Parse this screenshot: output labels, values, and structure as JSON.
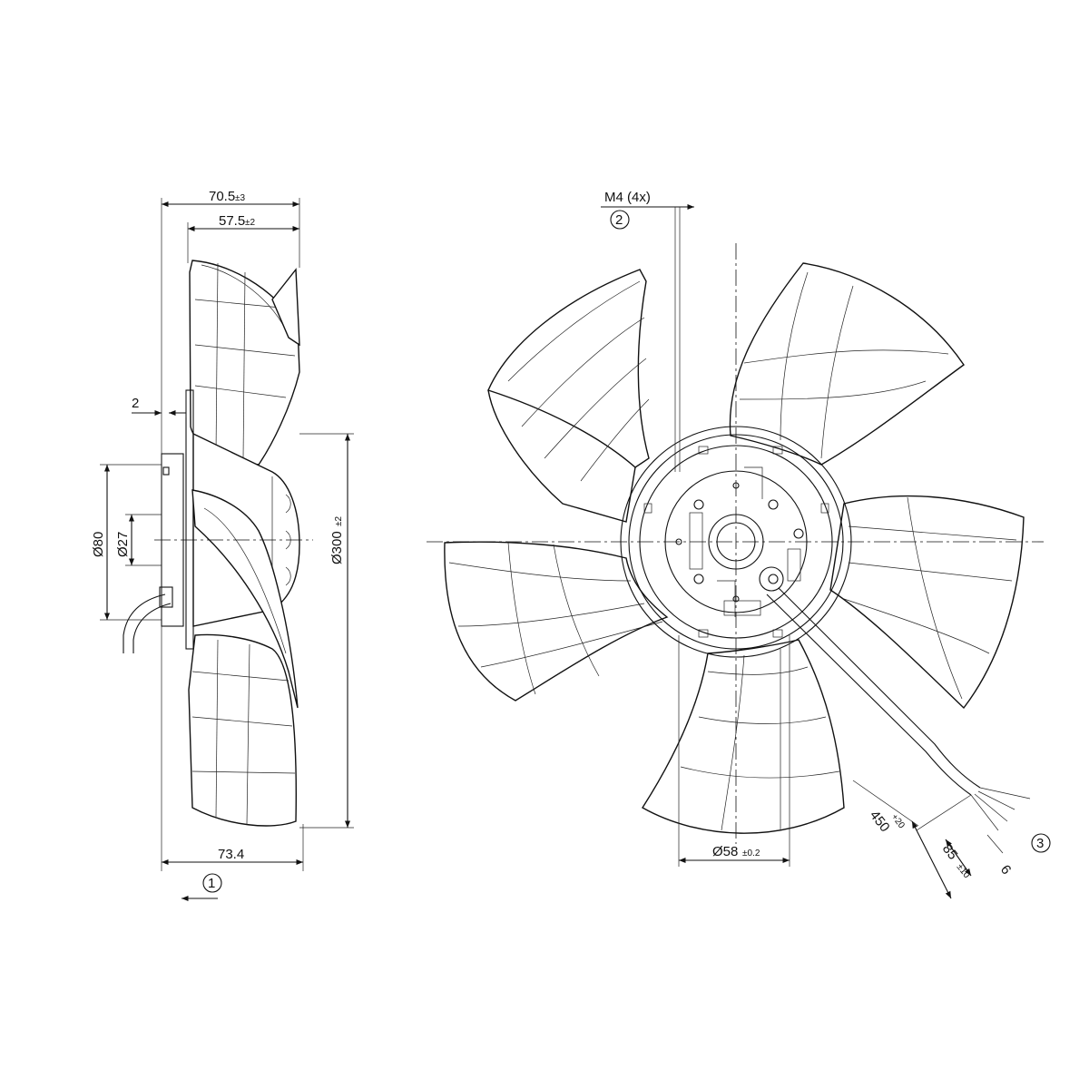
{
  "side_view": {
    "dim_overall_depth": {
      "value": "70.5",
      "tol": "±3"
    },
    "dim_blade_depth": {
      "value": "57.5",
      "tol": "±2"
    },
    "dim_offset": "2",
    "dim_hub_dia": "Ø80",
    "dim_shaft_dia": "Ø27",
    "dim_fan_dia": {
      "value": "Ø300",
      "tol": "±2"
    },
    "dim_total_depth": "73.4",
    "callout_airflow": "1"
  },
  "front_view": {
    "thread_label": "M4 (4x)",
    "callout_thread": "2",
    "dim_center_dia": {
      "value": "Ø58",
      "tol": "±0.2"
    },
    "dim_cable_len": {
      "value": "450",
      "tol": "+20"
    },
    "dim_strip_len": {
      "value": "85",
      "tol": "±10"
    },
    "dim_wire_end": "6",
    "callout_cable": "3"
  }
}
